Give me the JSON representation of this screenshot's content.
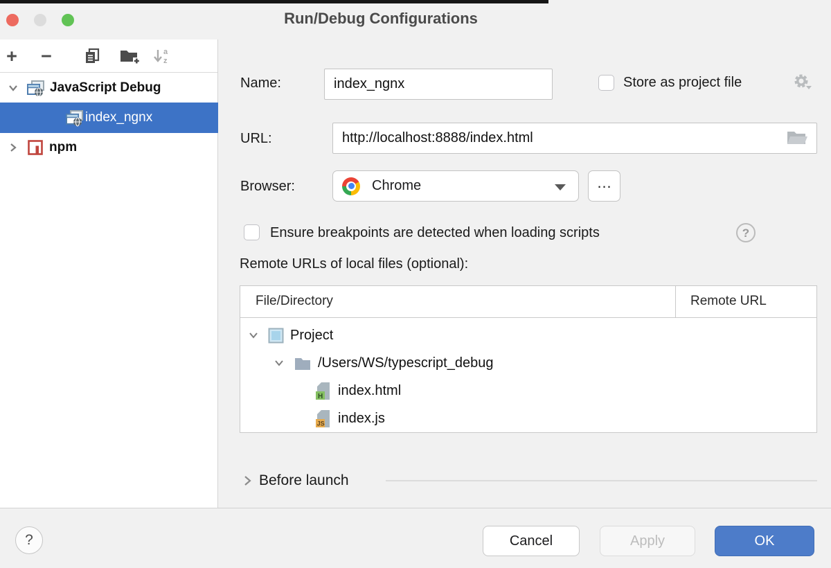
{
  "titlebar": {
    "title": "Run/Debug Configurations"
  },
  "colors": {
    "selection_blue": "#3d73c6",
    "ok_button_blue": "#4d7cc9",
    "npm_red": "#c0453e",
    "html_badge_green": "#85c062",
    "js_badge_orange": "#e7ab4e"
  },
  "sidebar": {
    "toolbar": {
      "add": "+",
      "remove": "−"
    },
    "tree": {
      "javascript_debug": "JavaScript Debug",
      "index_ngnx": "index_ngnx",
      "npm": "npm"
    }
  },
  "form": {
    "name_label": "Name:",
    "name_value": "index_ngnx",
    "store_checkbox_label": "Store as project file",
    "url_label": "URL:",
    "url_value": "http://localhost:8888/index.html",
    "browser_label": "Browser:",
    "browser_selected": "Chrome",
    "more_button_label": "…",
    "breakpoints_checkbox_label": "Ensure breakpoints are detected when loading scripts",
    "breakpoints_help_label": "?",
    "remote_urls_label": "Remote URLs of local files (optional):",
    "before_launch_label": "Before launch"
  },
  "table": {
    "columns": [
      "File/Directory",
      "Remote URL"
    ],
    "rows": [
      {
        "label": "Project"
      },
      {
        "label": "/Users/WS/typescript_debug"
      },
      {
        "label": "index.html"
      },
      {
        "label": "index.js"
      }
    ]
  },
  "footer": {
    "help_label": "?",
    "cancel_label": "Cancel",
    "apply_label": "Apply",
    "ok_label": "OK"
  }
}
